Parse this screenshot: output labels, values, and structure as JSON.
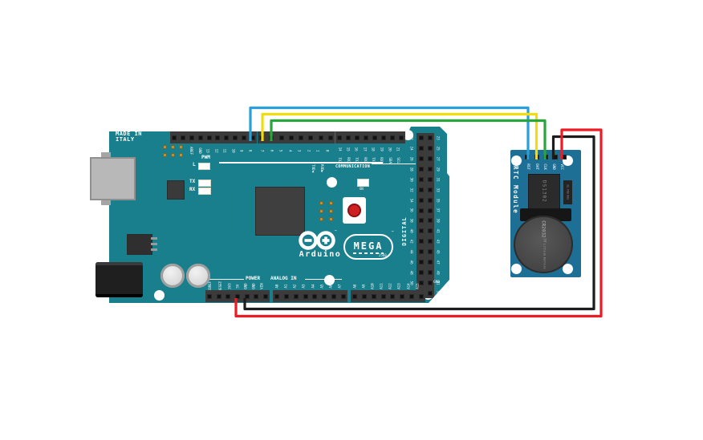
{
  "arduino": {
    "made_in_line1": "MADE IN",
    "made_in_line2": "ITALY",
    "pwm": "PWM",
    "led_l": "L",
    "led_tx": "TX",
    "led_rx": "RX",
    "led_on": "ON",
    "brand": "Arduino",
    "brand_tm": "™",
    "model_name": "MEGA",
    "model_number": "2560",
    "digital": "DIGITAL",
    "communication": "COMMUNICATION",
    "power": "POWER",
    "analog_in": "ANALOG IN",
    "gnd_right": "GND",
    "top_a": [
      "",
      "",
      "AREF",
      "GND",
      "13",
      "12",
      "11",
      "10",
      "9",
      "8"
    ],
    "top_b": [
      "7",
      "6",
      "5",
      "4",
      "3",
      "2",
      "1",
      "0"
    ],
    "serial0": [
      "TXD◀",
      "RXD▶"
    ],
    "comm_nums": [
      "14",
      "15",
      "16",
      "17",
      "18",
      "19",
      "20",
      "21"
    ],
    "comm_names": [
      "TX3",
      "RX3",
      "TX2",
      "RX2",
      "TX1",
      "RX1",
      "SDA",
      "SCL"
    ],
    "right_even": [
      "22",
      "24",
      "26",
      "28",
      "30",
      "32",
      "34",
      "36",
      "38",
      "40",
      "42",
      "44",
      "46",
      "48",
      "50",
      "52"
    ],
    "right_odd": [
      "23",
      "25",
      "27",
      "29",
      "31",
      "33",
      "35",
      "37",
      "39",
      "41",
      "43",
      "45",
      "47",
      "49",
      "51",
      "53"
    ],
    "power_pins": [
      "IOREF",
      "RESET",
      "3V3",
      "5V",
      "GND",
      "GND",
      "VIN"
    ],
    "analog_a": [
      "A0",
      "A1",
      "A2",
      "A3",
      "A4",
      "A5",
      "A6",
      "A7"
    ],
    "analog_b": [
      "A8",
      "A9",
      "A10",
      "A11",
      "A12",
      "A13",
      "A14",
      "A15"
    ]
  },
  "rtc": {
    "title": "RTC Module",
    "chip": "DS1302",
    "crystal": "32.768 KHz",
    "battery": [
      "CR2032",
      "3V",
      "Lithium Battery"
    ],
    "pins": [
      "RST",
      "DAT",
      "CLK",
      "GND",
      "VCC"
    ]
  },
  "wires": [
    {
      "signal": "RST",
      "color": "#2b9fd9",
      "from": "Arduino pin 8",
      "to": "RTC RST"
    },
    {
      "signal": "DAT",
      "color": "#f2dd0c",
      "from": "Arduino pin 7",
      "to": "RTC DAT"
    },
    {
      "signal": "CLK",
      "color": "#28a63c",
      "from": "Arduino pin 6",
      "to": "RTC CLK"
    },
    {
      "signal": "GND",
      "color": "#1c1c1c",
      "from": "Arduino GND",
      "to": "RTC GND"
    },
    {
      "signal": "VCC",
      "color": "#ec1c24",
      "from": "Arduino 5V",
      "to": "RTC VCC"
    }
  ],
  "colors": {
    "arduino_board": "#1a7f8c",
    "rtc_board": "#1e6f96",
    "header": "#3b3b3b",
    "silk": "#ffffff",
    "background": "#ffffff"
  }
}
